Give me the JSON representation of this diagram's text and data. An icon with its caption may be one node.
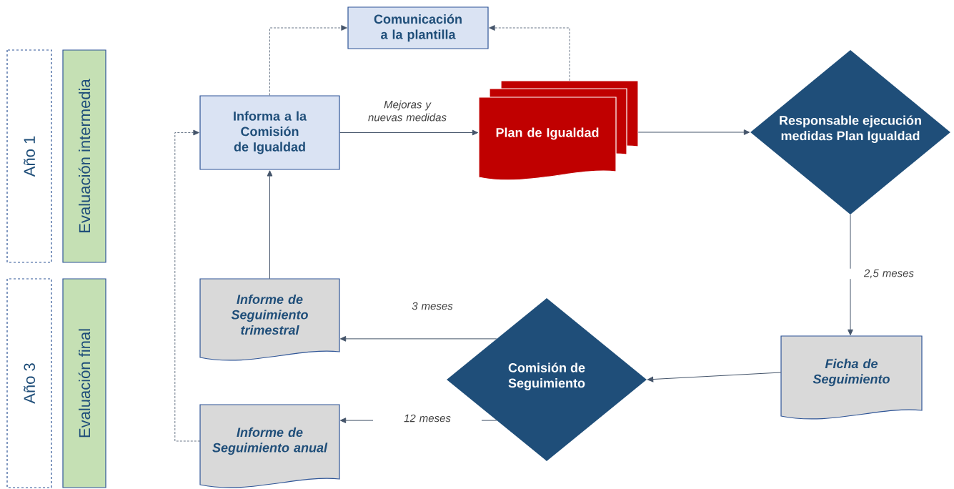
{
  "diagram": {
    "nodes": [
      {
        "text": [
          "Año 1"
        ]
      },
      {
        "text": [
          "Evaluación intermedia"
        ]
      },
      {
        "text": [
          "Año 3"
        ]
      },
      {
        "text": [
          "Evaluación final"
        ]
      },
      {
        "text": [
          "Comunicación a la plantilla"
        ]
      },
      {
        "text": [
          "Informa a la Comisión de Igualdad"
        ]
      },
      {
        "text": [
          "Plan de Igualdad"
        ]
      },
      {
        "text": [
          "Responsable ejecución medidas Plan Igualdad"
        ]
      },
      {
        "text": [
          "Informe de Seguimiento trimestral"
        ]
      },
      {
        "text": [
          "Ficha de Seguimiento"
        ]
      },
      {
        "text": [
          "Comisión de Seguimiento"
        ]
      },
      {
        "text": [
          "Informe de Seguimiento anual"
        ]
      }
    ],
    "edges": [
      {
        "from": 5,
        "to": 4,
        "arrow": "to",
        "style": "dashed"
      },
      {
        "from": 6,
        "to": 4,
        "arrow": "to",
        "style": "dashed"
      },
      {
        "from": 5,
        "to": 6,
        "arrow": "to",
        "label": "Mejoras y nuevas medidas"
      },
      {
        "from": 6,
        "to": 7,
        "arrow": "to"
      },
      {
        "from": 7,
        "to": 9,
        "arrow": "to",
        "label": "2,5 meses"
      },
      {
        "from": 9,
        "to": 10,
        "arrow": "to"
      },
      {
        "from": 10,
        "to": 8,
        "arrow": "to",
        "label": "3 meses"
      },
      {
        "from": 10,
        "to": 11,
        "arrow": "to",
        "label": "12 meses"
      },
      {
        "from": 8,
        "to": 5,
        "arrow": "to"
      },
      {
        "from": 11,
        "to": 5,
        "arrow": "to",
        "style": "dashed"
      }
    ]
  }
}
